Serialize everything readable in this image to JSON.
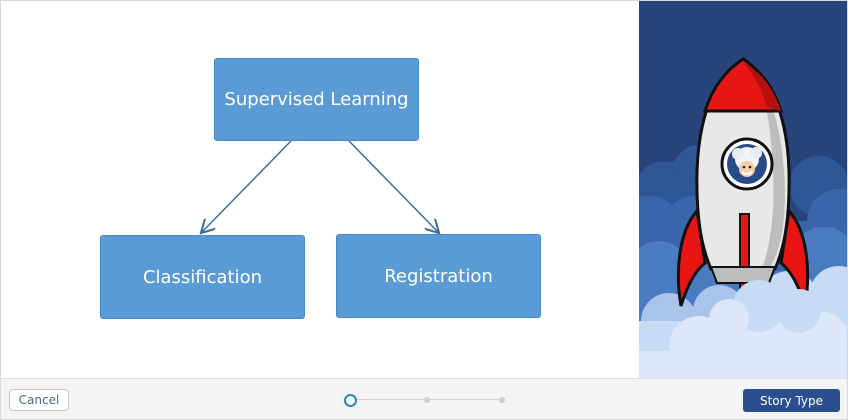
{
  "diagram": {
    "root": "Supervised Learning",
    "children": [
      "Classification",
      "Registration"
    ]
  },
  "footer": {
    "cancel_label": "Cancel",
    "primary_label": "Story Type",
    "steps_total": 3,
    "current_step": 1
  },
  "colors": {
    "node_fill": "#5b9bd5",
    "edge": "#3f6f9e",
    "art_background": "#28447a",
    "primary_button": "#2b4f8e",
    "rocket_red": "#e81515"
  },
  "art": {
    "icons": [
      "rocket-icon",
      "astronaut-icon",
      "cloud-icon"
    ]
  }
}
